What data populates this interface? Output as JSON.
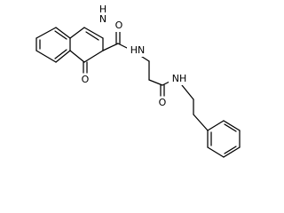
{
  "molecule": {
    "atom_labels": {
      "n1h": "H",
      "n1": "N",
      "o_keto": "O",
      "o_amide1": "O",
      "n_amide1": "HN",
      "o_amide2": "O",
      "n_amide2": "NH"
    }
  }
}
